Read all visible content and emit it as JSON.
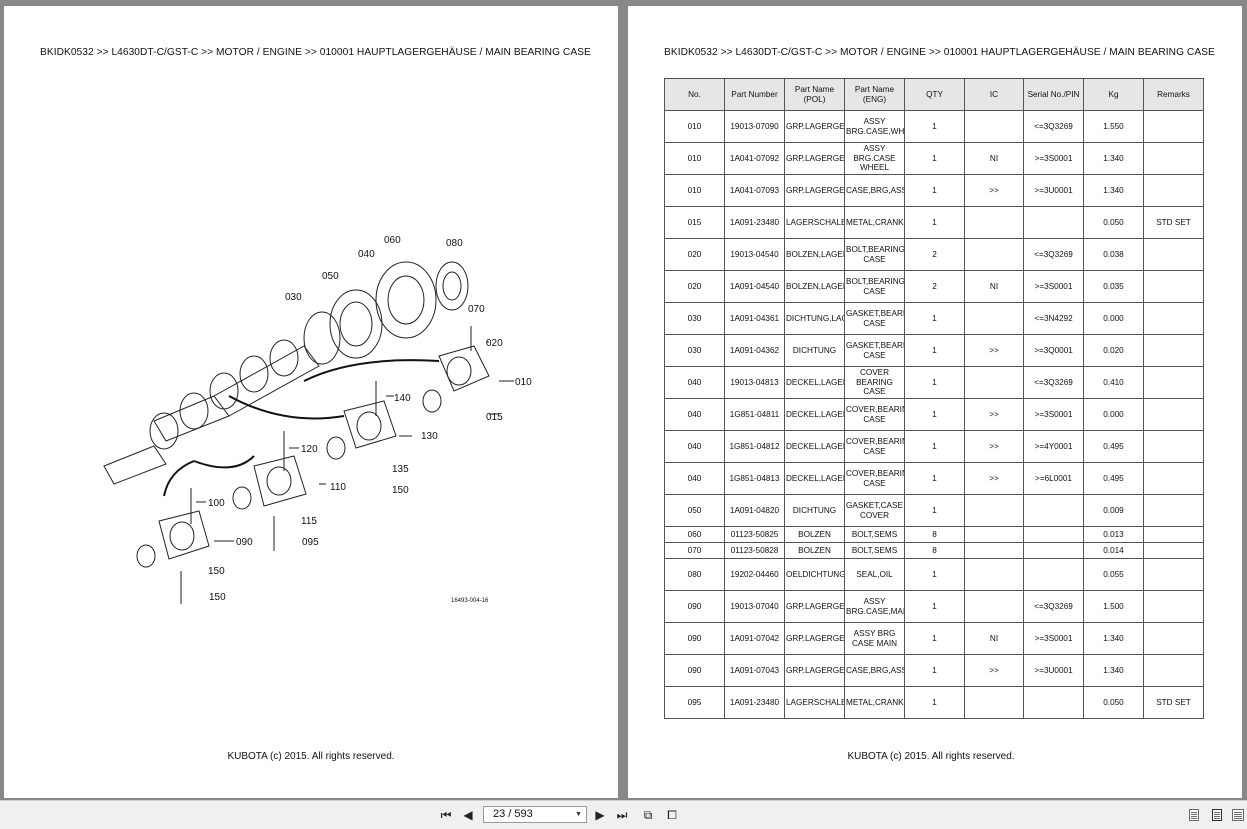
{
  "left_page": {
    "breadcrumb": "BKIDK0532 >> L4630DT-C/GST-C >> MOTOR / ENGINE >> 010001    HAUPTLAGERGEHÄUSE / MAIN BEARING CASE",
    "footer": "KUBOTA (c) 2015. All rights reserved.",
    "diagram": {
      "labels": [
        "060",
        "080",
        "040",
        "050",
        "030",
        "070",
        "020",
        "010",
        "140",
        "015",
        "130",
        "120",
        "135",
        "110",
        "150",
        "100",
        "115",
        "090",
        "095",
        "150",
        "150"
      ],
      "drawing_code": "16493-004-16"
    }
  },
  "right_page": {
    "breadcrumb": "BKIDK0532 >> L4630DT-C/GST-C >> MOTOR / ENGINE >> 010001    HAUPTLAGERGEHÄUSE / MAIN BEARING CASE",
    "footer": "KUBOTA (c) 2015. All rights reserved.",
    "table": {
      "headers": [
        "No.",
        "Part Number",
        "Part Name (POL)",
        "Part Name (ENG)",
        "QTY",
        "IC",
        "Serial No./PIN",
        "Kg",
        "Remarks"
      ],
      "rows": [
        [
          "010",
          "19013-07090",
          "GRP.LAGERGEHAEUSE",
          "ASSY BRG.CASE,WHEEL",
          "1",
          "",
          "<=3Q3269",
          "1.550",
          ""
        ],
        [
          "010",
          "1A041-07092",
          "GRP.LAGERGEHAEUSE",
          "ASSY BRG.CASE WHEEL",
          "1",
          "NI",
          ">=3S0001",
          "1.340",
          ""
        ],
        [
          "010",
          "1A041-07093",
          "GRP.LAGERGEHAEUSE",
          "CASE,BRG,ASSY(WHEEL)",
          "1",
          ">>",
          ">=3U0001",
          "1.340",
          ""
        ],
        [
          "015",
          "1A091-23480",
          "LAGERSCHALE",
          "METAL,CRANKSHAFT",
          "1",
          "",
          "",
          "0.050",
          "STD SET"
        ],
        [
          "020",
          "19013-04540",
          "BOLZEN,LAGERKASTEN",
          "BOLT,BEARING CASE",
          "2",
          "",
          "<=3Q3269",
          "0.038",
          ""
        ],
        [
          "020",
          "1A091-04540",
          "BOLZEN,LAGERKASTEN",
          "BOLT,BEARING CASE",
          "2",
          "NI",
          ">=3S0001",
          "0.035",
          ""
        ],
        [
          "030",
          "1A091-04361",
          "DICHTUNG,LAGER",
          "GASKET,BEARING CASE",
          "1",
          "",
          "<=3N4292",
          "0.000",
          ""
        ],
        [
          "030",
          "1A091-04362",
          "DICHTUNG",
          "GASKET,BEARING CASE",
          "1",
          ">>",
          ">=3Q0001",
          "0.020",
          ""
        ],
        [
          "040",
          "19013-04813",
          "DECKEL,LAGERKASTEN",
          "COVER BEARING CASE",
          "1",
          "",
          "<=3Q3269",
          "0.410",
          ""
        ],
        [
          "040",
          "1G851-04811",
          "DECKEL,LAGERKASTEN",
          "COVER,BEARING CASE",
          "1",
          ">>",
          ">=3S0001",
          "0.000",
          ""
        ],
        [
          "040",
          "1G851-04812",
          "DECKEL,LAGERKASTEN",
          "COVER,BEARING CASE",
          "1",
          ">>",
          ">=4Y0001",
          "0.495",
          ""
        ],
        [
          "040",
          "1G851-04813",
          "DECKEL,LAGERKASTEN",
          "COVER,BEARING CASE",
          "1",
          ">>",
          ">=6L0001",
          "0.495",
          ""
        ],
        [
          "050",
          "1A091-04820",
          "DICHTUNG",
          "GASKET,CASE COVER",
          "1",
          "",
          "",
          "0.009",
          ""
        ],
        [
          "060",
          "01123-50825",
          "BOLZEN",
          "BOLT,SEMS",
          "8",
          "",
          "",
          "0.013",
          ""
        ],
        [
          "070",
          "01123-50828",
          "BOLZEN",
          "BOLT,SEMS",
          "8",
          "",
          "",
          "0.014",
          ""
        ],
        [
          "080",
          "19202-04460",
          "OELDICHTUNGSRING",
          "SEAL,OIL",
          "1",
          "",
          "",
          "0.055",
          ""
        ],
        [
          "090",
          "19013-07040",
          "GRP.LAGERGEHAEUSE",
          "ASSY BRG.CASE,MAIN",
          "1",
          "",
          "<=3Q3269",
          "1.500",
          ""
        ],
        [
          "090",
          "1A091-07042",
          "GRP.LAGERGEHAEUSE",
          "ASSY BRG CASE MAIN",
          "1",
          "NI",
          ">=3S0001",
          "1.340",
          ""
        ],
        [
          "090",
          "1A091-07043",
          "GRP.LAGERGEHAEUSE",
          "CASE,BRG,ASSY(MAIN)",
          "1",
          ">>",
          ">=3U0001",
          "1.340",
          ""
        ],
        [
          "095",
          "1A091-23480",
          "LAGERSCHALE",
          "METAL,CRANKSHAFT",
          "1",
          "",
          "",
          "0.050",
          "STD SET"
        ]
      ]
    }
  },
  "toolbar": {
    "page_indicator": "23 / 593",
    "icons": [
      "first-page-icon",
      "prev-page-icon",
      "next-page-icon",
      "last-page-icon",
      "fit-page-icon",
      "fit-width-icon",
      "single-page-icon",
      "continuous-page-icon",
      "facing-page-icon"
    ]
  }
}
